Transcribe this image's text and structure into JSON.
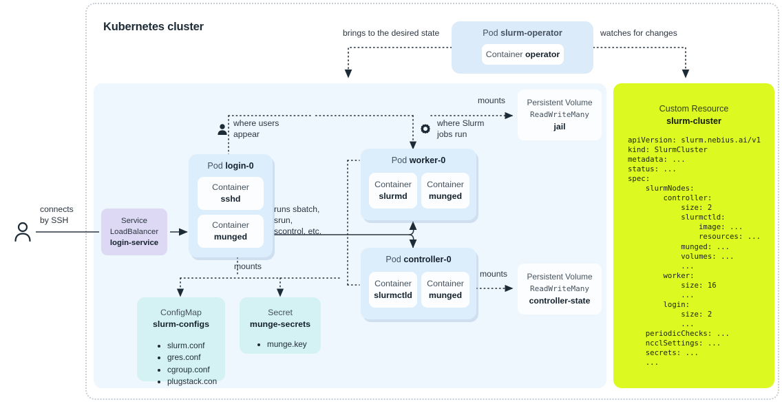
{
  "diagram": {
    "title": "Kubernetes cluster"
  },
  "operator": {
    "pod_prefix": "Pod ",
    "pod_name": "slurm-operator",
    "container_prefix": "Container ",
    "container_name": "operator"
  },
  "edges": {
    "brings_to_desired_state": "brings to the desired state",
    "watches_for_changes": "watches for changes",
    "connects_by_ssh": "connects\nby SSH",
    "where_users_appear": "where users\nappear",
    "where_slurm_jobs_run": "where Slurm\njobs run",
    "runs_commands": "runs sbatch,\nsrun,\nscontrol, etc.",
    "mounts_jail": "mounts",
    "mounts_controller_state": "mounts",
    "mounts_configs": "mounts"
  },
  "service": {
    "kind_line1": "Service",
    "kind_line2": "LoadBalancer",
    "name": "login-service",
    "color": "#ddd9f4"
  },
  "pods": [
    {
      "id": "login",
      "prefix": "Pod ",
      "name": "login-0",
      "containers": [
        {
          "prefix": "Container",
          "name": "sshd"
        },
        {
          "prefix": "Container",
          "name": "munged"
        }
      ]
    },
    {
      "id": "worker",
      "prefix": "Pod ",
      "name": "worker-0",
      "containers": [
        {
          "prefix": "Container",
          "name": "slurmd"
        },
        {
          "prefix": "Container",
          "name": "munged"
        }
      ]
    },
    {
      "id": "controller",
      "prefix": "Pod ",
      "name": "controller-0",
      "containers": [
        {
          "prefix": "Container",
          "name": "slurmctld"
        },
        {
          "prefix": "Container",
          "name": "munged"
        }
      ]
    }
  ],
  "volumes": [
    {
      "id": "jail",
      "line1": "Persistent Volume",
      "access_mode": "ReadWriteMany",
      "name": "jail"
    },
    {
      "id": "controller-state",
      "line1": "Persistent Volume",
      "access_mode": "ReadWriteMany",
      "name": "controller-state"
    }
  ],
  "configmap": {
    "kind": "ConfigMap",
    "name": "slurm-configs",
    "items": [
      "slurm.conf",
      "gres.conf",
      "cgroup.conf",
      "plugstack.con"
    ]
  },
  "secret": {
    "kind": "Secret",
    "name": "munge-secrets",
    "items": [
      "munge.key"
    ]
  },
  "custom_resource": {
    "kind": "Custom Resource",
    "name": "slurm-cluster",
    "color": "#ddf922",
    "yaml": "apiVersion: slurm.nebius.ai/v1\nkind: SlurmCluster\nmetadata: ...\nstatus: ...\nspec:\n    slurmNodes:\n        controller:\n            size: 2\n            slurmctld:\n                image: ...\n                resources: ...\n            munged: ...\n            volumes: ...\n            ...\n        worker:\n            size: 16\n            ...\n        login:\n            size: 2\n            ...\n    periodicChecks: ...\n    ncclSettings: ...\n    secrets: ...\n    ..."
  },
  "icons": {
    "user_external": "person-icon",
    "user_appear": "person-icon",
    "slurm_jobs": "gear-icon"
  },
  "palette": {
    "pod_blue": "#dceefb",
    "panel_blue": "#eef6fe",
    "container_white": "#fbfdff",
    "teal": "#d4f1f3",
    "green": "#ddf922",
    "lavender": "#ddd9f4",
    "line": "#2c3440"
  }
}
